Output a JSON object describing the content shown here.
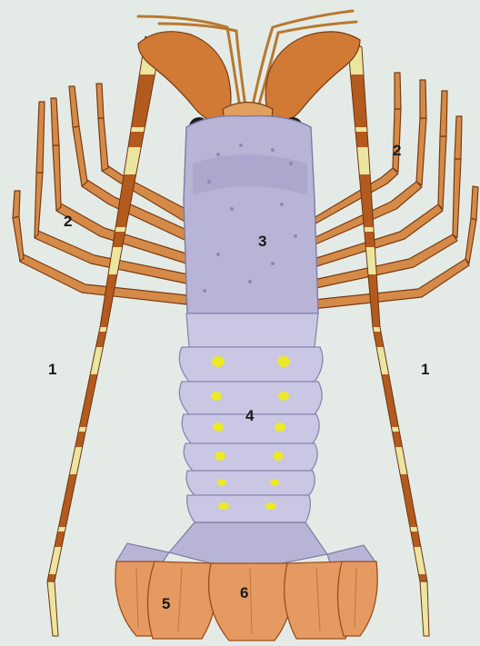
{
  "colors": {
    "background": "#e4ebe6",
    "antenna_orange": "#b35a1e",
    "antenna_cream": "#ece5a0",
    "leg_orange": "#d58a48",
    "leg_outline": "#7a3b12",
    "carapace_lavender": "#b8b4d6",
    "abdomen_lavender": "#c9c7e3",
    "yellow_spot": "#ece92a",
    "telson_orange": "#e59a62"
  },
  "labels": {
    "antenna_left": "1",
    "antenna_right": "1",
    "legs_left": "2",
    "legs_right": "2",
    "carapace": "3",
    "abdomen": "4",
    "uropod": "5",
    "telson": "6"
  }
}
